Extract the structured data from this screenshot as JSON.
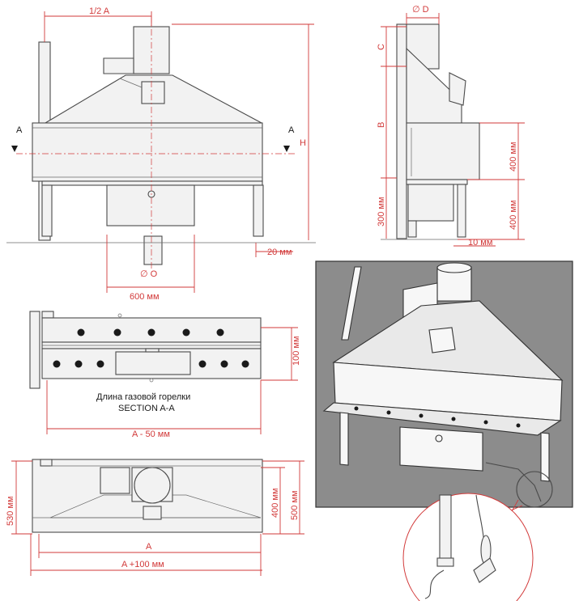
{
  "labels": {
    "front_half_width": "1/2 A",
    "section_marker": "A",
    "height": "H",
    "leg_offset": "20 мм",
    "flue_diameter": "∅ O",
    "flue_spacing": "600 мм",
    "side_flue": "∅ D",
    "side_c": "C",
    "side_b": "B",
    "side_400_upper": "400 мм",
    "side_400_lower": "400 мм",
    "side_300": "300 мм",
    "side_10": "10 мм",
    "section_100": "100 мм",
    "burner_length": "Длина газовой горелки",
    "section_title": "SECTION A-A",
    "section_width": "A - 50 мм",
    "plan_530": "530 мм",
    "plan_400": "400 мм",
    "plan_500": "500 мм",
    "plan_a": "A",
    "plan_a_plus": "A +100 мм"
  },
  "colors": {
    "dimension": "#d23a3a",
    "line": "#4a4a4a",
    "render_bg": "#8c8c8c"
  }
}
